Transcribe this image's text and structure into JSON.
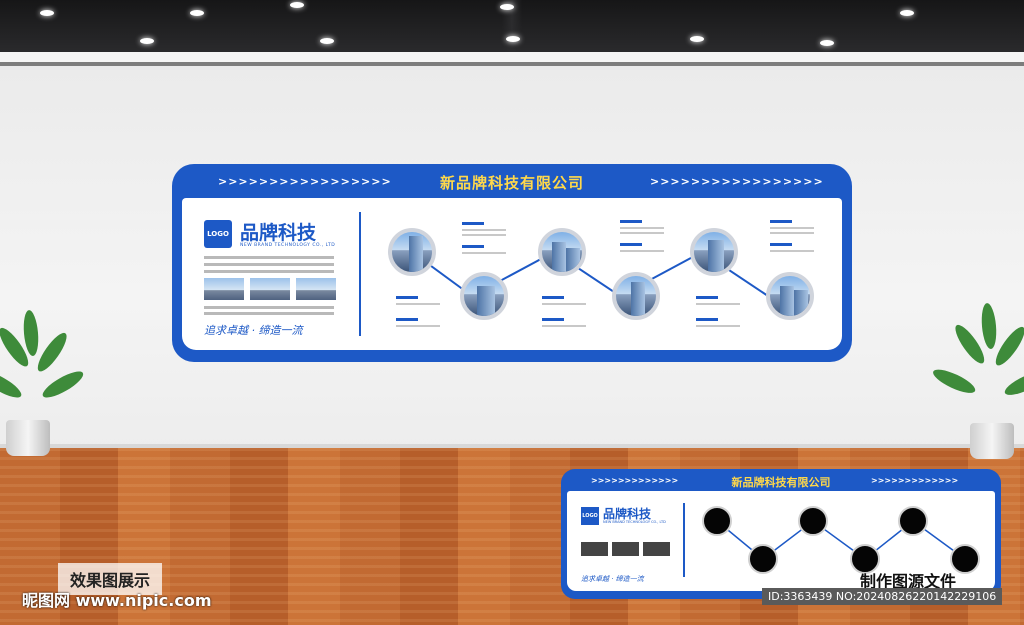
{
  "board": {
    "title": "新品牌科技有限公司",
    "arrows_left": ">>>>>>>>>>>>>>>>>",
    "arrows_right": ">>>>>>>>>>>>>>>>>",
    "logo": "LOGO",
    "brand": "品牌科技",
    "brand_sub": "NEW BRAND TECHNOLOGY CO., LTD",
    "slogan": "追求卓越 · 缔造一流"
  },
  "mini": {
    "title": "新品牌科技有限公司",
    "arrows_left": ">>>>>>>>>>>>>",
    "arrows_right": ">>>>>>>>>>>>>",
    "logo": "LOGO",
    "brand": "品牌科技",
    "brand_sub": "NEW BRAND TECHNOLOGY CO., LTD",
    "slogan": "追求卓越 · 缔造一流"
  },
  "captions": {
    "left": "效果图展示",
    "right": "制作图源文件",
    "watermark": "昵图网 www.nipic.com",
    "id": "ID:3363439 NO:20240826220142229106"
  },
  "colors": {
    "brand_blue": "#1d59c6",
    "title_yellow": "#ffd84a"
  }
}
